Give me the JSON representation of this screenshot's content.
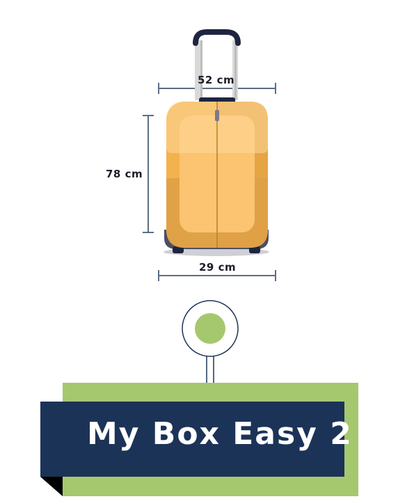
{
  "dimensions": {
    "width": "52 cm",
    "height": "78 cm",
    "depth": "29 cm"
  },
  "title": "My Box Easy 2",
  "colors": {
    "navy": "#1c3358",
    "green": "#a5c86f",
    "suitcase_orange": "#f2b24e",
    "dimension_line": "#5a6e85"
  },
  "icons": {
    "suitcase": "suitcase-icon",
    "pin": "location-pin-icon"
  }
}
